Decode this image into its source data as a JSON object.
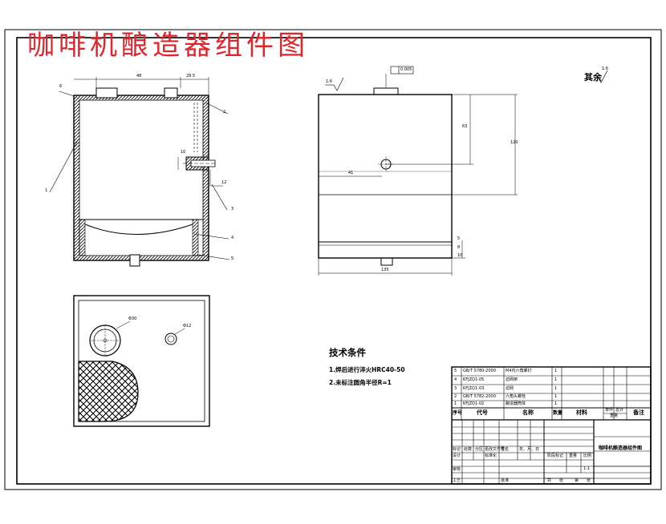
{
  "title": "咖啡机酿造器组件图",
  "roughness_note": {
    "prefix": "其余",
    "value": "1.6"
  },
  "surface_mark_top": "1.6",
  "flatness_mark": "0.005",
  "tech_requirements": {
    "heading": "技术条件",
    "items": [
      "1.焊后进行淬火HRC40-50",
      "2.未标注圆角半径R=1"
    ]
  },
  "front_view": {
    "dim_top_left": "48",
    "dim_top_right": "28.5",
    "balloons": [
      "1",
      "2",
      "3",
      "4",
      "5",
      "6"
    ],
    "dim_side_1": "10",
    "dim_side_2": "12"
  },
  "side_view": {
    "dim_width": "135",
    "dim_height_upper": "63",
    "dim_height_total": "120",
    "dim_mid": "41",
    "dim_bottom_1": "5",
    "dim_bottom_2": "8",
    "dim_bottom_3": "10"
  },
  "top_view": {
    "dia_large": "Φ30",
    "dia_small": "Φ12"
  },
  "bom": {
    "rows": [
      {
        "no": "5",
        "code": "GB/T 5780-2000",
        "name": "M4内六角螺钉",
        "qty": "1"
      },
      {
        "no": "4",
        "code": "KFJZQ1-05",
        "name": "滤网架",
        "qty": "1"
      },
      {
        "no": "3",
        "code": "KFJZQ1-03",
        "name": "滤网",
        "qty": "1"
      },
      {
        "no": "2",
        "code": "GB/T 5782-2000",
        "name": "六角头螺栓",
        "qty": "1"
      },
      {
        "no": "1",
        "code": "KFJZQ1-02",
        "name": "酿造器筒体",
        "qty": "1"
      }
    ],
    "headers": {
      "no": "序号",
      "code": "代号",
      "name": "名称",
      "qty": "数量",
      "material": "材料",
      "single": "单件",
      "total": "总计",
      "weight": "重量",
      "note": "备注"
    }
  },
  "title_block": {
    "drawing_name": "咖啡机酿造器组件图",
    "row_labels": [
      "标记",
      "处数",
      "分区",
      "更改文件号",
      "签名",
      "年、月、日"
    ],
    "design": "设计",
    "standardize": "标准化",
    "review": "审核",
    "process": "工艺",
    "approve": "批准",
    "stage_mark": "阶段标记",
    "weight": "重量",
    "scale": "比例",
    "scale_value": "1:1",
    "sheets": [
      "共",
      "张",
      "第",
      "张"
    ]
  }
}
